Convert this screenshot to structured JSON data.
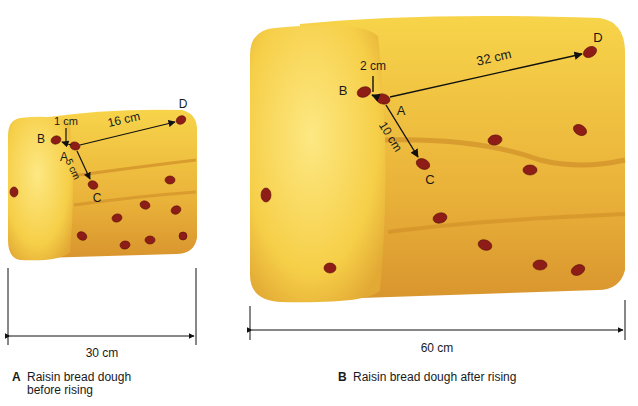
{
  "diagram": {
    "labels": [
      "1 cm",
      "16 cm",
      "B",
      "A",
      "5 cm",
      "D",
      "C",
      "30 cm",
      "A",
      "Raisin bread dough before rising",
      "2 cm",
      "32 cm",
      "B",
      "A",
      "10 cm",
      "C",
      "D",
      "60 cm",
      "B",
      "Raisin bread dough after rising"
    ]
  }
}
